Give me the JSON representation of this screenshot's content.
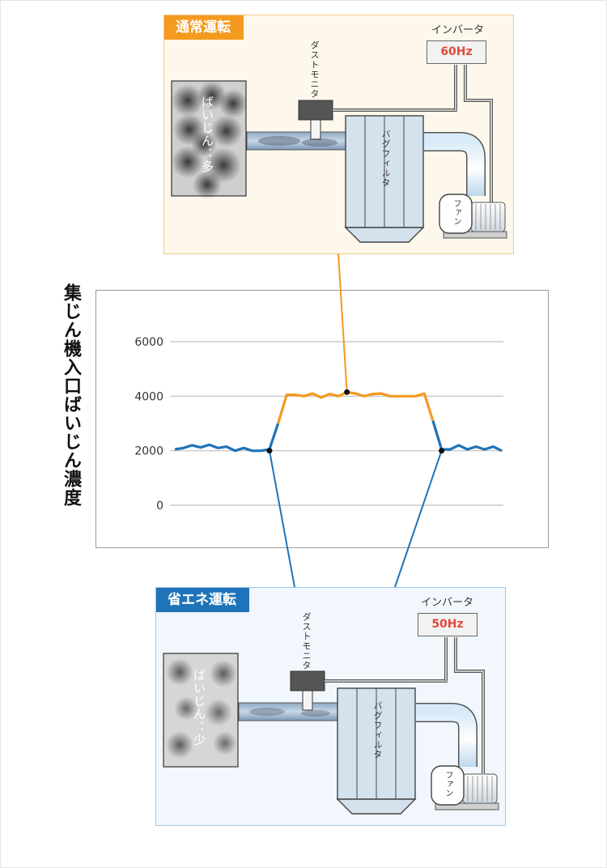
{
  "y_axis_title": "集じん機入口ばいじん濃度",
  "normal_panel": {
    "title": "通常運転",
    "dust_label": "ばいじん：多",
    "dust_monitor_label": "ダストモニタ",
    "inverter_label": "インバータ",
    "inverter_value": "60Hz",
    "bag_filter_label": "バグフィルタ",
    "fan_label": "ファン"
  },
  "eco_panel": {
    "title": "省エネ運転",
    "dust_label": "ばいじん：少",
    "dust_monitor_label": "ダストモニタ",
    "inverter_label": "インバータ",
    "inverter_value": "50Hz",
    "bag_filter_label": "バグフィルタ",
    "fan_label": "ファン"
  },
  "colors": {
    "normal": "#f39a1f",
    "eco": "#1f73b8",
    "grid": "#bfbfbf"
  },
  "chart_data": {
    "type": "line",
    "ylim": [
      0,
      6000
    ],
    "yticks": [
      0,
      2000,
      4000,
      6000
    ],
    "x": [
      0,
      1,
      2,
      3,
      4,
      5,
      6,
      7,
      8,
      9,
      10,
      11,
      12,
      13,
      14,
      15,
      16,
      17,
      18,
      19,
      20,
      21,
      22,
      23,
      24,
      25,
      26,
      27,
      28,
      29,
      30,
      31,
      32,
      33,
      34,
      35,
      36,
      37,
      38
    ],
    "values": [
      2050,
      2100,
      2200,
      2120,
      2220,
      2100,
      2150,
      2000,
      2100,
      2000,
      2000,
      2050,
      3000,
      4050,
      4050,
      4000,
      4100,
      3950,
      4080,
      4000,
      4150,
      4100,
      4000,
      4080,
      4100,
      4000,
      4000,
      4000,
      4000,
      4100,
      3100,
      2050,
      2050,
      2200,
      2050,
      2150,
      2050,
      2150,
      2000
    ],
    "normal_range_index": [
      12,
      30
    ],
    "markers": [
      {
        "x": 11,
        "y": 2000
      },
      {
        "x": 20,
        "y": 4150
      },
      {
        "x": 31,
        "y": 2000
      }
    ]
  }
}
